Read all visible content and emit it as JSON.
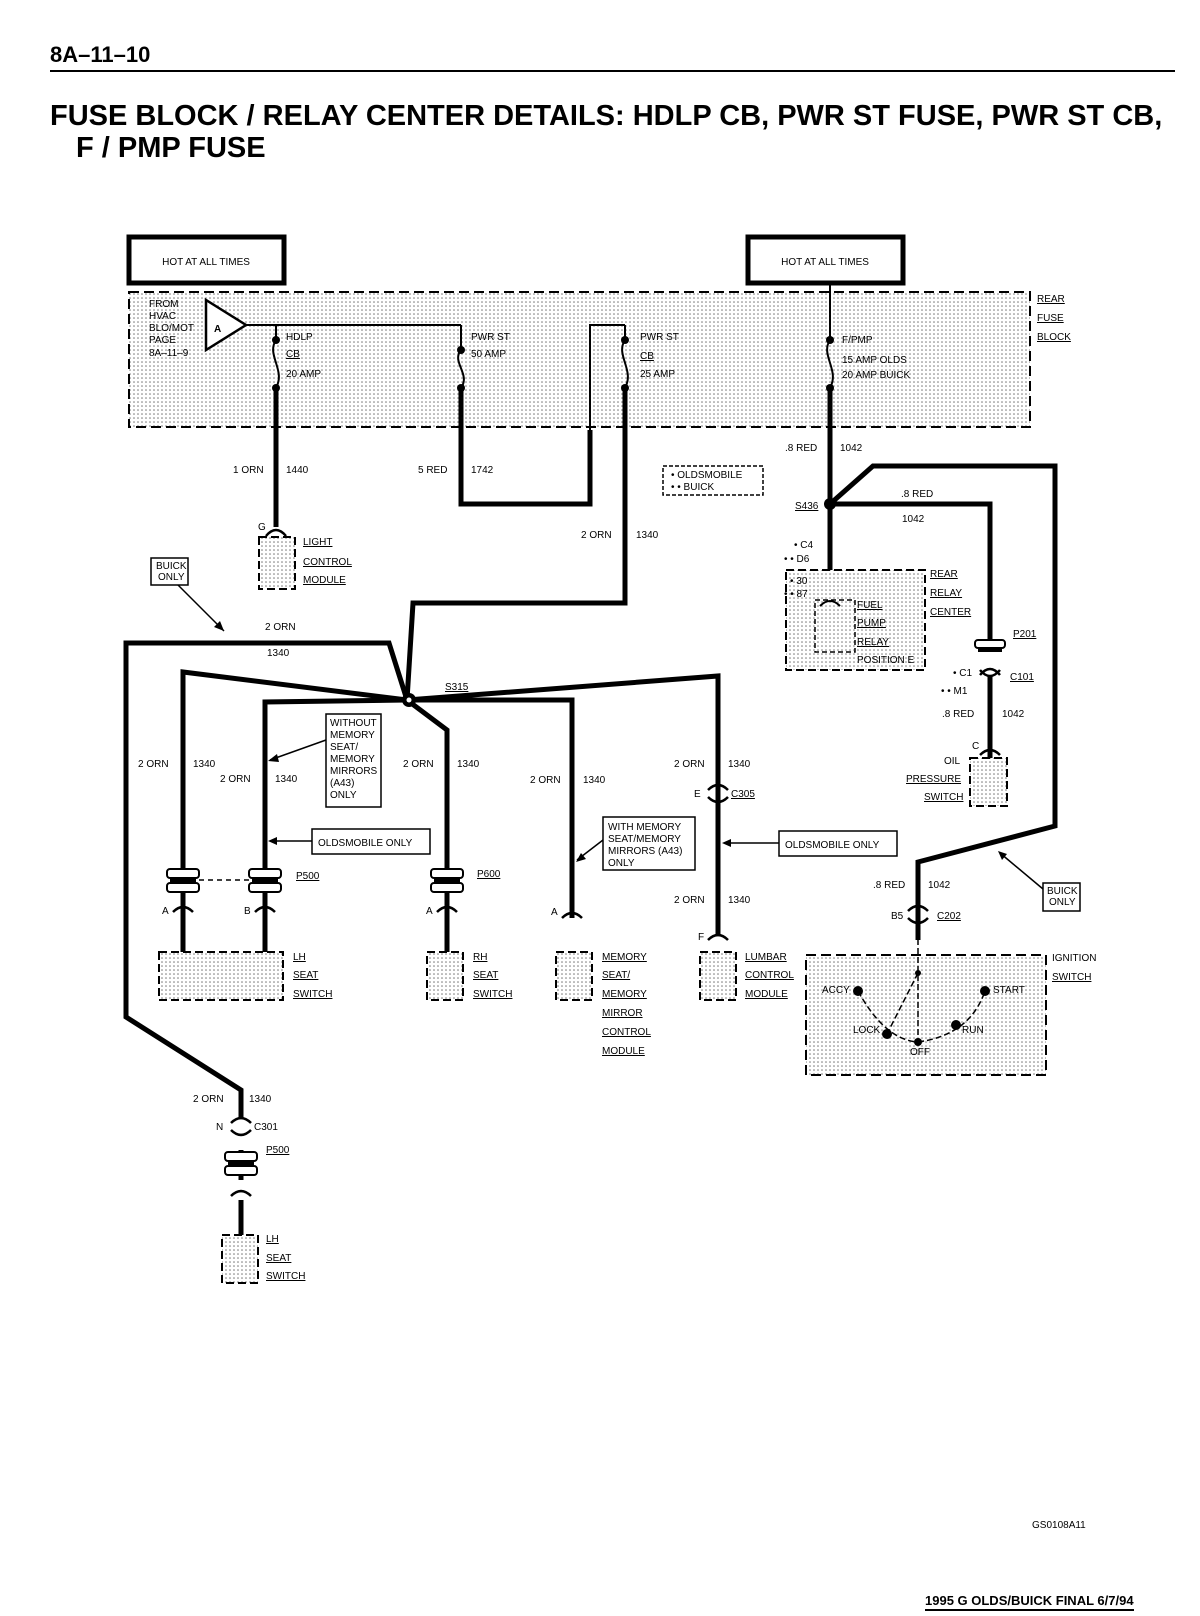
{
  "header": {
    "page_id": "8A–11–10",
    "title_line1": "FUSE BLOCK / RELAY CENTER DETAILS:  HDLP CB, PWR ST FUSE, PWR ST CB,",
    "title_line2": "F / PMP FUSE"
  },
  "boxes": {
    "hot_left": "HOT AT ALL TIMES",
    "hot_right": "HOT AT ALL TIMES"
  },
  "rear_fuse_block": {
    "label": [
      "REAR",
      "FUSE",
      "BLOCK"
    ],
    "from_note": [
      "FROM",
      "HVAC",
      "BLO/MOT",
      "PAGE",
      "8A–11–9"
    ],
    "connector_letter": "A",
    "hdlp": [
      "HDLP",
      "CB",
      "20 AMP"
    ],
    "pwr_st_fuse": [
      "PWR ST",
      "50 AMP"
    ],
    "pwr_st_cb": [
      "PWR ST",
      "CB",
      "25 AMP"
    ],
    "fpmp": [
      "F/PMP",
      "15 AMP OLDS",
      "20 AMP BUICK"
    ]
  },
  "wires": {
    "w1440_gauge": "1 ORN",
    "w1440_num": "1440",
    "w1742_gauge": "5 RED",
    "w1742_num": "1742",
    "w1340_gauge": "2 ORN",
    "w1340_num": "1340",
    "w1042_gauge": ".8 RED",
    "w1042_num": "1042"
  },
  "legend": [
    "• OLDSMOBILE",
    "• • BUICK"
  ],
  "light_control": {
    "pin": "G",
    "label": [
      "LIGHT",
      "CONTROL",
      "MODULE"
    ]
  },
  "splices": {
    "s436": "S436",
    "s315": "S315"
  },
  "relay": {
    "pins_top": [
      "• C4",
      "• • D6"
    ],
    "pins_inner": [
      "• 30",
      "• • 87"
    ],
    "label_inner": [
      "FUEL",
      "PUMP",
      "RELAY",
      "POSITION E"
    ],
    "label_outer": [
      "REAR",
      "RELAY",
      "CENTER"
    ]
  },
  "connectors": {
    "p201": "P201",
    "c101": "C101",
    "c101_pins": [
      "• C1",
      "• • M1"
    ],
    "c305": "C305",
    "c305_pin": "E",
    "p500": "P500",
    "p600": "P600",
    "c202": "C202",
    "c202_pin": "B5",
    "c301": "C301",
    "c301_pin": "N"
  },
  "notes": {
    "buick_only": [
      "BUICK",
      "ONLY"
    ],
    "without_memory": [
      "WITHOUT",
      "MEMORY",
      "SEAT/",
      "MEMORY",
      "MIRRORS",
      "(A43)",
      "ONLY"
    ],
    "olds_only": "OLDSMOBILE ONLY",
    "with_memory": [
      "WITH MEMORY",
      "SEAT/MEMORY",
      "MIRRORS (A43)",
      "ONLY"
    ]
  },
  "components": {
    "lh_seat": [
      "LH",
      "SEAT",
      "SWITCH"
    ],
    "rh_seat": [
      "RH",
      "SEAT",
      "SWITCH"
    ],
    "memory": [
      "MEMORY",
      "SEAT/",
      "MEMORY",
      "MIRROR",
      "CONTROL",
      "MODULE"
    ],
    "lumbar": [
      "LUMBAR",
      "CONTROL",
      "MODULE"
    ],
    "oil": [
      "OIL",
      "PRESSURE",
      "SWITCH"
    ],
    "ignition": [
      "IGNITION",
      "SWITCH"
    ],
    "ign_positions": [
      "ACCY",
      "START",
      "LOCK",
      "RUN",
      "OFF"
    ]
  },
  "pins": {
    "a": "A",
    "b": "B",
    "c": "C",
    "f": "F"
  },
  "footer": {
    "code": "GS0108A11",
    "text": "1995 G OLDS/BUICK FINAL 6/7/94"
  }
}
